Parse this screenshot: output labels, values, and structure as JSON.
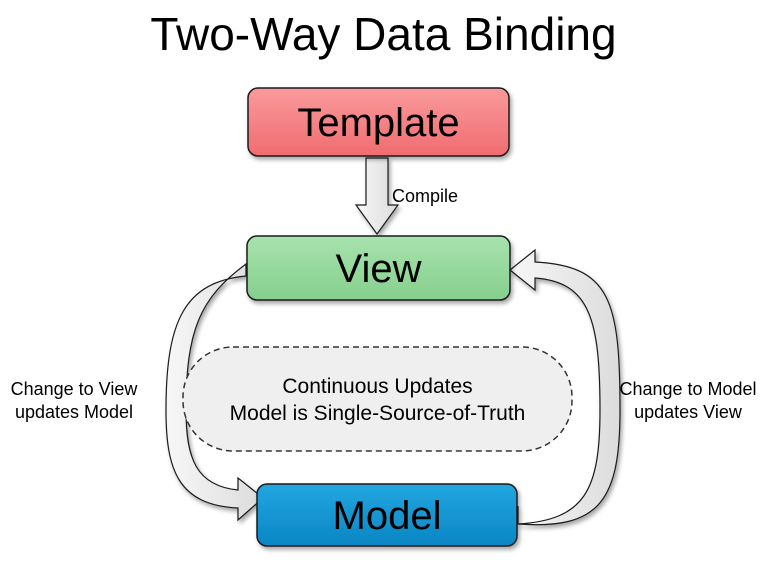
{
  "title": "Two-Way Data Binding",
  "nodes": {
    "template": {
      "label": "Template",
      "color": "#f47a7d"
    },
    "view": {
      "label": "View",
      "color": "#92d79a"
    },
    "model": {
      "label": "Model",
      "color": "#0e96d3"
    }
  },
  "compile_label": "Compile",
  "left_label": {
    "line1": "Change to View",
    "line2": "updates Model"
  },
  "right_label": {
    "line1": "Change to Model",
    "line2": "updates View"
  },
  "center_box": {
    "line1": "Continuous Updates",
    "line2": "Model is Single-Source-of-Truth"
  },
  "colors": {
    "arrow_fill": "#ebebeb",
    "center_fill": "#efefef",
    "outline": "#1a1a1a"
  }
}
